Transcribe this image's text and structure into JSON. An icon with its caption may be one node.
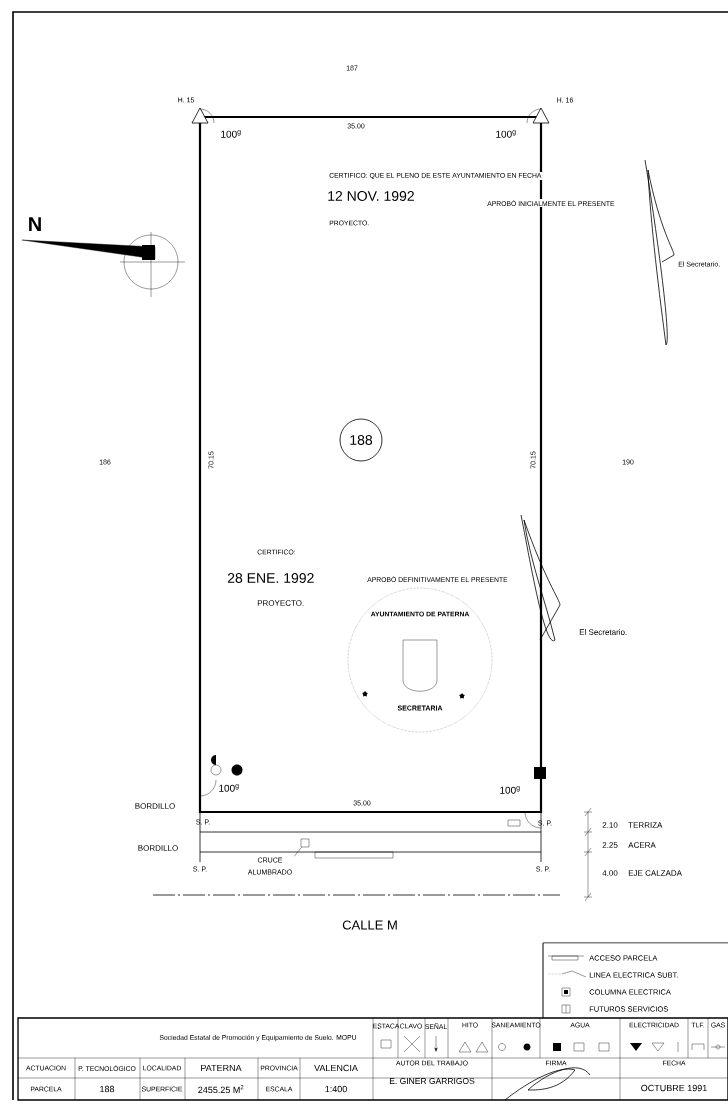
{
  "diagram": {
    "nodes": [
      {
        "text": [
          "188"
        ]
      },
      {
        "text": [
          "CRUCE ALUMBRADO"
        ]
      },
      {
        "text": [],
        "shape": "box"
      }
    ],
    "edges": [
      {
        "from": 1,
        "to": 2,
        "arrow": "none"
      }
    ],
    "labels": [
      "187",
      "H. 15",
      "H. 16",
      "N",
      "35.00",
      "100$^{g}$",
      "100$^{g}$",
      "CERTIFICO: QUE EL PLENO DE ESTE AYUNTAMIENTO EN FECHA",
      "12 NOV. 1992",
      "APROBÓ INICIALMENTE EL PRESENTE",
      "PROYECTO.",
      "El Secretario.",
      "186",
      "70.15",
      "70.15",
      "190",
      "CERTIFICO:",
      "28 ENE. 1992",
      "APROBÓ DEFINITIVAMENTE EL PRESENTE",
      "PROYECTO.",
      "El Secretario.",
      "AYUNTAMIENTO DE PATERNA",
      "SECRETARIA",
      "100$^{g}$",
      "100$^{g}$",
      "BORDILLO",
      "35.00",
      "S. P.",
      "S. P.",
      "BORDILLO",
      "S. P.",
      "S. P.",
      "2.10",
      "TERRIZA",
      "2.25",
      "ACERA",
      "4.00",
      "EJE CALZADA",
      "CALLE M",
      "Sociedad Estatal de Promoción y Equipamiento de Suelo. MOPU",
      "ESTACA",
      "CLAVO",
      "SEÑAL",
      "HITO",
      "SANEAMIENTO",
      "AGUA",
      "ELECTRICIDAD",
      "TLF.",
      "GAS",
      "ACTUACION",
      "P. TECNOLÓGICO",
      "LOCALIDAD",
      "PATERNA",
      "PROVINCIA",
      "VALENCIA",
      "AUTOR DEL TRABAJO",
      "FIRMA",
      "FECHA",
      "PARCELA",
      "188",
      "SUPERFICIE",
      "2455.25 M$^{2}$",
      "ESCALA",
      "1:400",
      "E. GINER GARRIGOS",
      "OCTUBRE 1991"
    ],
    "legend": [
      {
        "text": "ACCESO PARCELA"
      },
      {
        "text": "LINEA ELECTRICA SUBT."
      },
      {
        "text": "COLUMNA ELECTRICA"
      },
      {
        "text": "FUTUROS SERVICIOS"
      }
    ]
  }
}
